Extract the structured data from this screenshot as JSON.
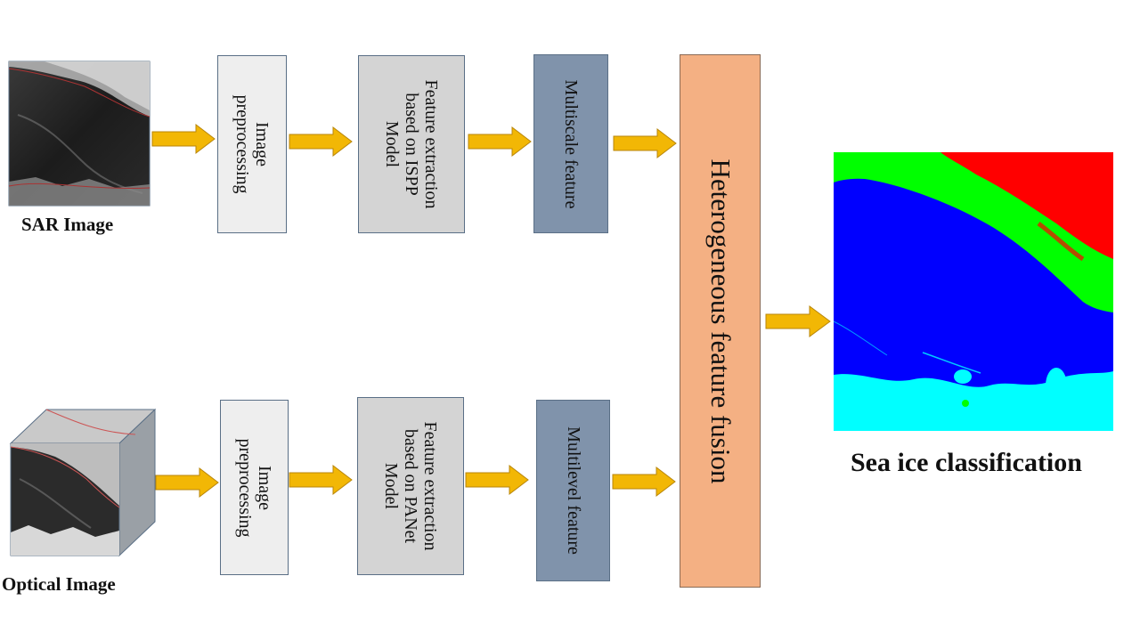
{
  "inputs": {
    "sar_caption": "SAR Image",
    "optical_caption": "Optical Image"
  },
  "sar_branch": {
    "preprocessing_lines": [
      "Image",
      "preprocessing"
    ],
    "extraction_lines": [
      "Feature extraction",
      "based on ISPP",
      "Model"
    ],
    "feature_label": "Multiscale feature"
  },
  "optical_branch": {
    "preprocessing_lines": [
      "Image",
      "preprocessing"
    ],
    "extraction_lines": [
      "Feature extraction",
      "based on PANet",
      "Model"
    ],
    "feature_label": "Multilevel feature"
  },
  "fusion": {
    "label": "Heterogeneous feature fusion"
  },
  "output": {
    "caption": "Sea ice classification"
  },
  "colors": {
    "arrow": "#f2b705",
    "arrow_border": "#b8860b",
    "preprocessing_fill": "#eeeeee",
    "extraction_fill": "#d4d4d4",
    "feature_fill": "#8093ab",
    "fusion_fill": "#f4b083",
    "class_water": "#0000ff",
    "class_thick_ice": "#ff0000",
    "class_thin_ice": "#00ff00",
    "class_floe_ice": "#00ffff"
  }
}
